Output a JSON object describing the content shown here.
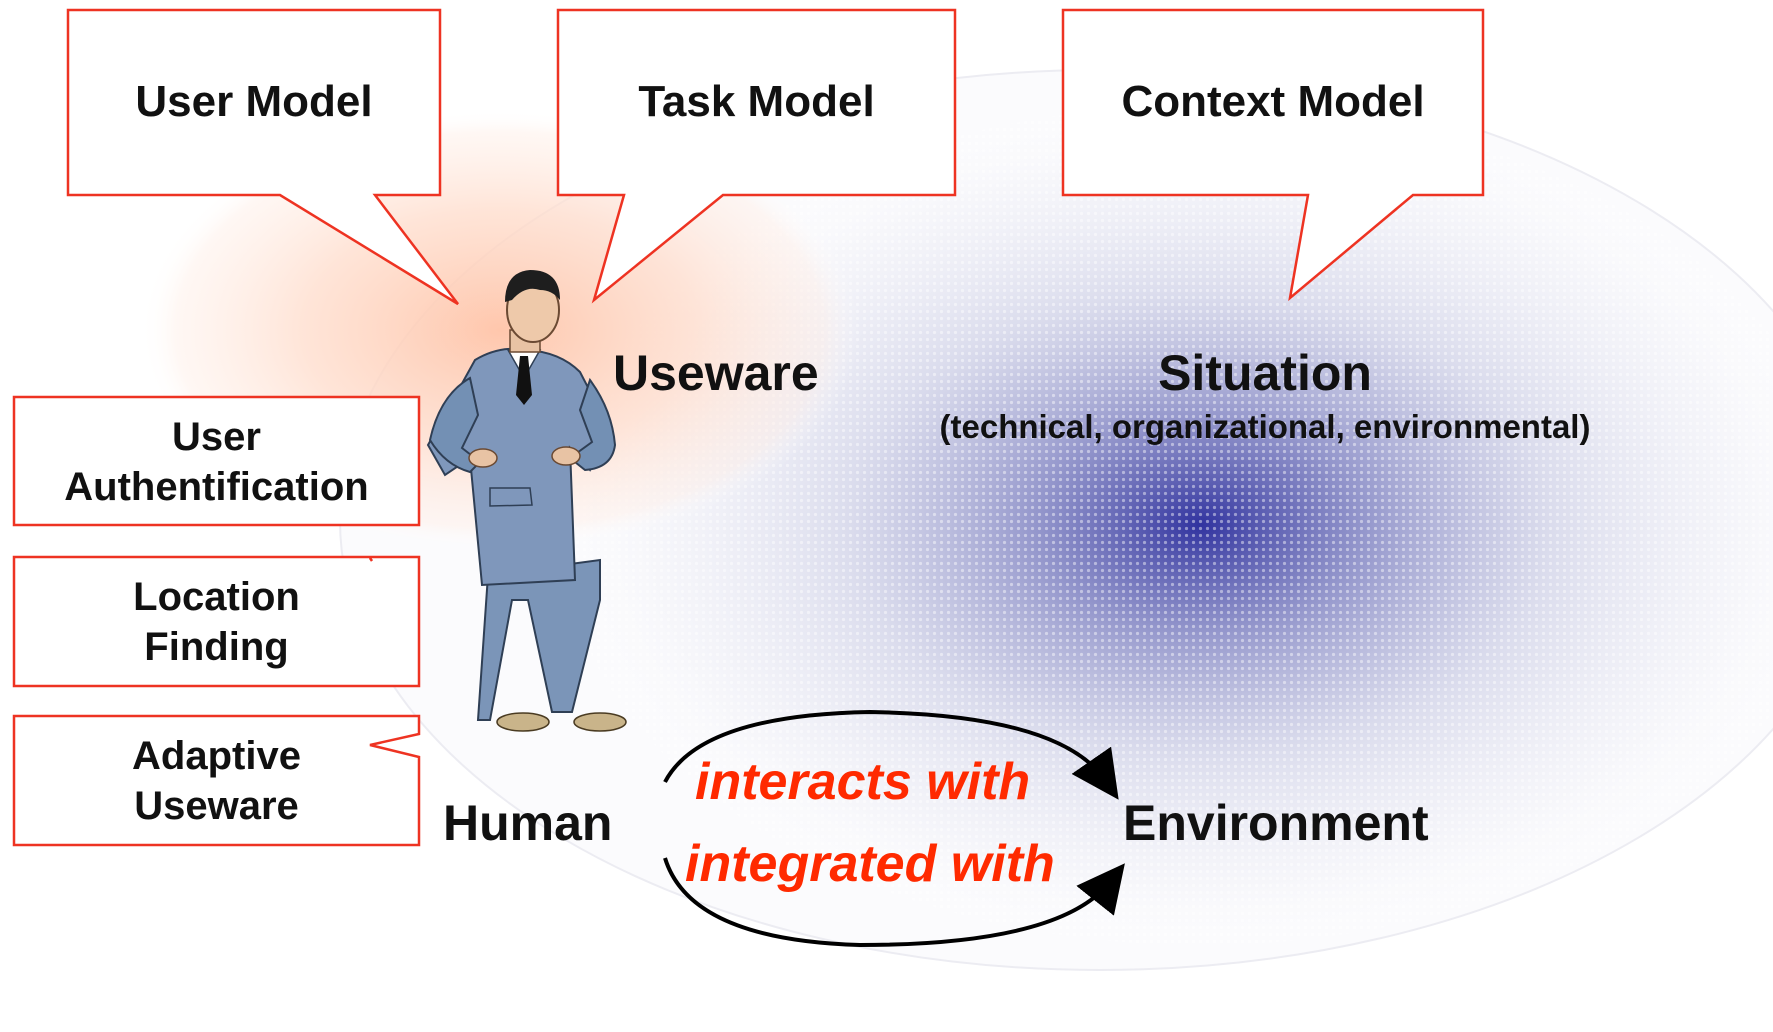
{
  "callouts": {
    "user_model": "User Model",
    "task_model": "Task Model",
    "context_model": "Context Model"
  },
  "side_boxes": {
    "authentication_line1": "User",
    "authentication_line2": "Authentification",
    "location_line1": "Location",
    "location_line2": "Finding",
    "adaptive_line1": "Adaptive",
    "adaptive_line2": "Useware"
  },
  "labels": {
    "useware": "Useware",
    "situation": "Situation",
    "situation_sub": "(technical, organizational, environmental)",
    "human": "Human",
    "environment": "Environment",
    "interacts_with": "interacts with",
    "integrated_with": "integrated with"
  },
  "colors": {
    "callout_stroke": "#ee3322",
    "accent_text": "#ff2a00",
    "useware_glow": "#ffd9c8",
    "situation_glow": "#26289a",
    "figure_overall": "#7f97b8",
    "arrow": "#000000"
  },
  "icons": {
    "figure": "worker-in-overalls-illustration"
  }
}
